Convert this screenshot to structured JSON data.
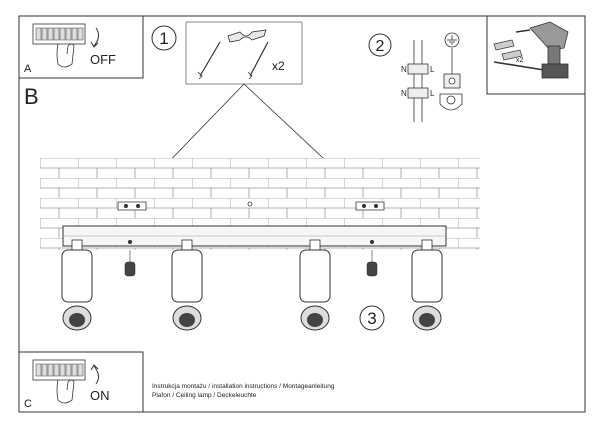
{
  "panels": {
    "a": {
      "letter": "A",
      "switch_label": "OFF"
    },
    "b": {
      "letter": "B"
    },
    "c": {
      "letter": "C",
      "switch_label": "ON"
    }
  },
  "steps": {
    "step1": {
      "number": "1",
      "quantity": "x2"
    },
    "step2": {
      "number": "2",
      "terminal_labels": [
        "N",
        "L",
        "N",
        "L"
      ]
    },
    "step3": {
      "number": "3"
    }
  },
  "tools": {
    "anchor_quantity": "x2"
  },
  "caption": {
    "line1": "Instrukcja montażu / installation instructions / Montageanleitung",
    "line2": "Plafon / Ceiling lamp / Deckeleuchte"
  }
}
